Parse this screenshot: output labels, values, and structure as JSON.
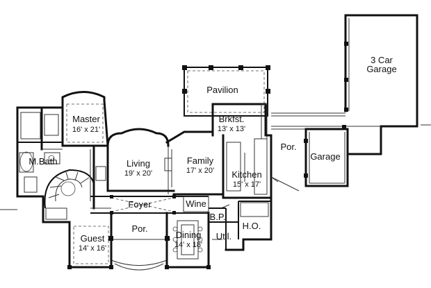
{
  "rooms": {
    "master": {
      "name": "Master",
      "size": "16' x 21'"
    },
    "mbath": {
      "name": "M.Bath"
    },
    "living": {
      "name": "Living",
      "size": "19' x 20'"
    },
    "family": {
      "name": "Family",
      "size": "17' x 20'"
    },
    "pavilion": {
      "name": "Pavilion"
    },
    "brkfst": {
      "name": "Brkfst.",
      "size": "13' x 13'"
    },
    "kitchen": {
      "name": "Kitchen",
      "size": "15' x 17'"
    },
    "garage3": {
      "name": "3 Car",
      "name2": "Garage"
    },
    "garage": {
      "name": "Garage"
    },
    "por_side": {
      "name": "Por."
    },
    "foyer": {
      "name": "Foyer"
    },
    "wine": {
      "name": "Wine"
    },
    "bp": {
      "name": "B.P."
    },
    "ho": {
      "name": "H.O."
    },
    "util": {
      "name": "Util."
    },
    "dining": {
      "name": "Dining",
      "size": "14' x 18'"
    },
    "guest": {
      "name": "Guest",
      "size": "14' x 16'"
    },
    "por_front": {
      "name": "Por."
    }
  }
}
